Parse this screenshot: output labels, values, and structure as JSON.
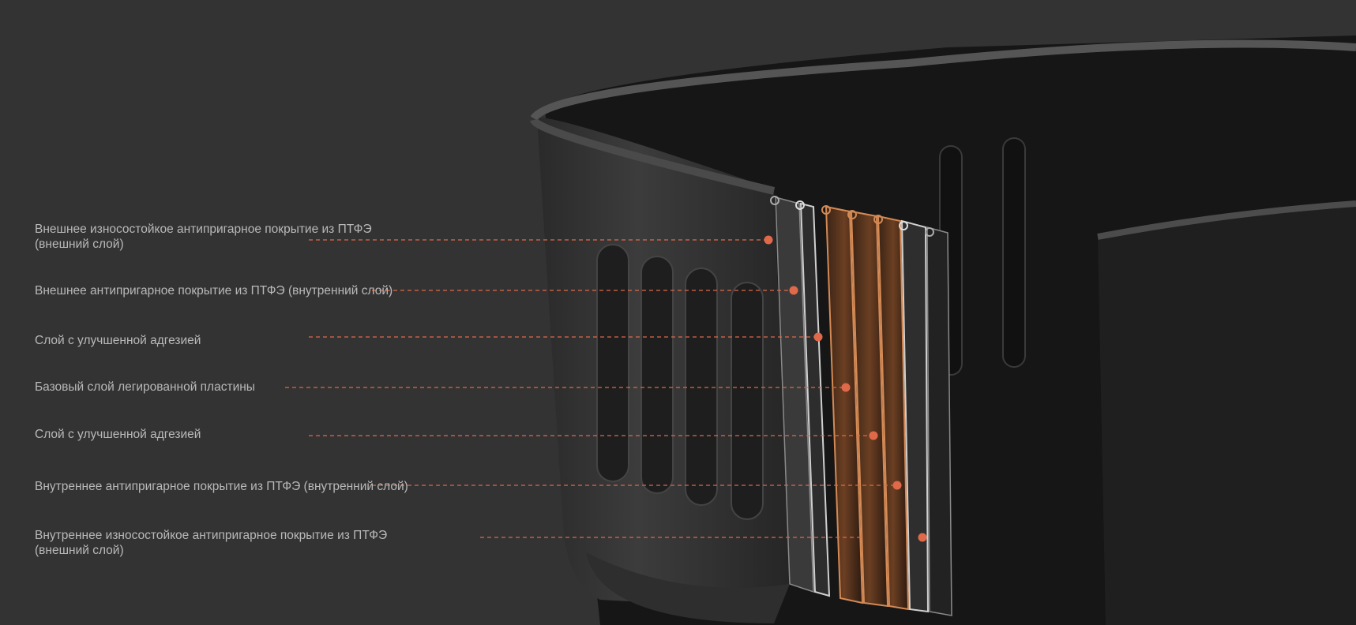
{
  "layers": [
    {
      "line1": "Внешнее износостойкое антипригарное покрытие из ПТФЭ",
      "line2": "(внешний слой)"
    },
    {
      "line1": "Внешнее антипригарное покрытие из ПТФЭ (внутренний слой)",
      "line2": ""
    },
    {
      "line1": "Слой с улучшенной адгезией",
      "line2": ""
    },
    {
      "line1": "Базовый слой легированной пластины",
      "line2": ""
    },
    {
      "line1": "Слой с улучшенной адгезией",
      "line2": ""
    },
    {
      "line1": "Внутреннее антипригарное покрытие из ПТФЭ (внутренний слой)",
      "line2": ""
    },
    {
      "line1": "Внутреннее износостойкое антипригарное покрытие из ПТФЭ",
      "line2": "(внешний слой)"
    }
  ],
  "colors": {
    "background": "#333333",
    "accent": "#e0694a",
    "copper": "#b8703a",
    "text": "#b9b9b9"
  }
}
